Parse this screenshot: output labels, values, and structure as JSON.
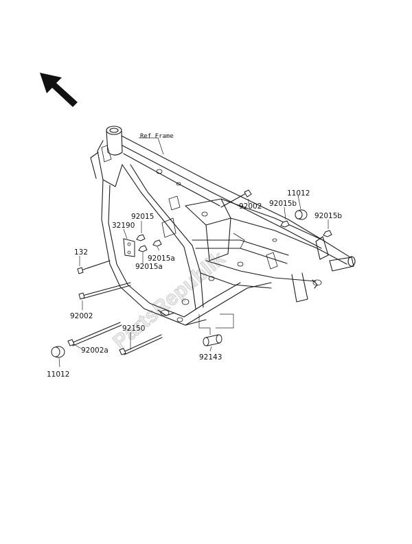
{
  "labels": {
    "ref_frame": "Ref Frame",
    "p11012_top": "11012",
    "p92002_top": "92002",
    "p92015b_left": "92015b",
    "p92015b_right": "92015b",
    "p92015": "92015",
    "p32190": "32190",
    "p92015a_1": "92015a",
    "p92015a_2": "92015a",
    "p132": "132",
    "p92002_left": "92002",
    "p92150": "92150",
    "p92002a": "92002a",
    "p92143": "92143",
    "p11012_bottom": "11012"
  },
  "watermark": "PartsRepublik",
  "icons": {
    "direction_arrow": "arrow-up-left-icon"
  }
}
